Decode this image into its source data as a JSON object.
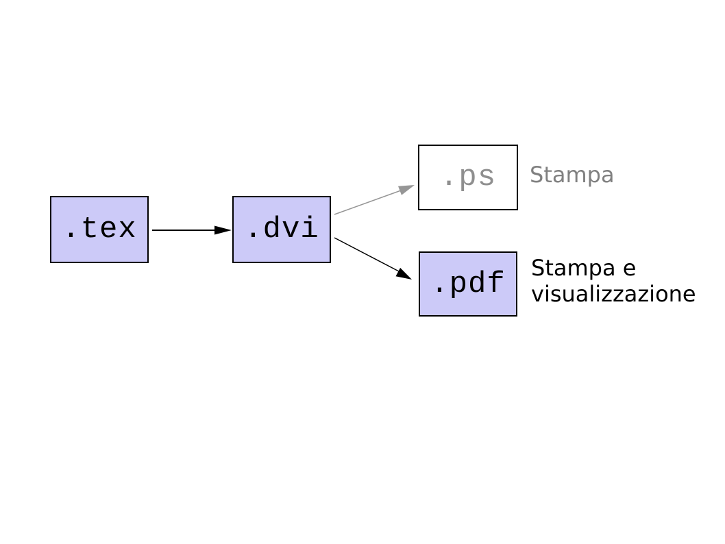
{
  "diagram": {
    "nodes": [
      {
        "id": "tex",
        "label": ".tex"
      },
      {
        "id": "dvi",
        "label": ".dvi"
      },
      {
        "id": "ps",
        "label": ".ps"
      },
      {
        "id": "pdf",
        "label": ".pdf"
      }
    ],
    "annotations": {
      "ps": "Stampa",
      "pdf": "Stampa e\nvisualizzazione"
    },
    "colors": {
      "node_fill": "#cccaf8",
      "node_border": "#000000",
      "node_text": "#000000",
      "ps_fill": "#ffffff",
      "ps_border": "#000000",
      "ps_text": "#8f8f8f",
      "arrow_black": "#000000",
      "arrow_gray": "#969696",
      "annotation_gray": "#808080",
      "annotation_black": "#000000",
      "background": "#ffffff"
    }
  }
}
